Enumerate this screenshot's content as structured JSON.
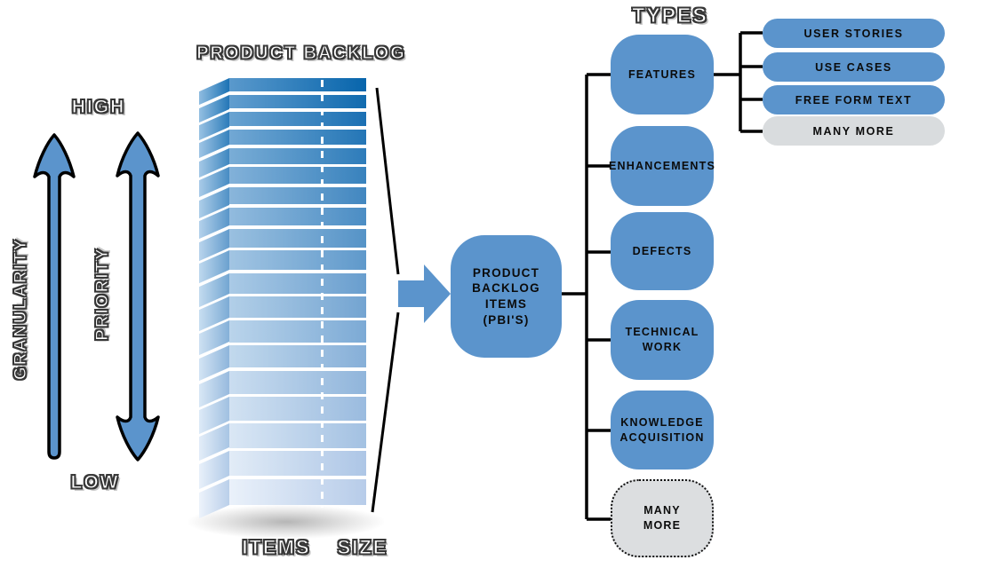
{
  "labels": {
    "product_backlog": "PRODUCT BACKLOG",
    "types": "TYPES",
    "high": "HIGH",
    "low": "LOW",
    "granularity": "GRANULARITY",
    "priority": "PRIORITY",
    "items": "ITEMS",
    "size": "SIZE"
  },
  "pbi_box": {
    "label": "PRODUCT\nBACKLOG\nITEMS\n(PBI'S)"
  },
  "type_boxes": [
    {
      "label": "FEATURES",
      "variant": "blue"
    },
    {
      "label": "ENHANCEMENTS",
      "variant": "blue"
    },
    {
      "label": "DEFECTS",
      "variant": "blue"
    },
    {
      "label": "TECHNICAL\nWORK",
      "variant": "blue"
    },
    {
      "label": "KNOWLEDGE\nACQUISITION",
      "variant": "blue"
    },
    {
      "label": "MANY\nMORE",
      "variant": "gray-dotted"
    }
  ],
  "subtype_pills": [
    {
      "label": "USER STORIES",
      "variant": "blue"
    },
    {
      "label": "USE CASES",
      "variant": "blue"
    },
    {
      "label": "FREE FORM TEXT",
      "variant": "blue"
    },
    {
      "label": "MANY MORE",
      "variant": "gray"
    }
  ],
  "colors": {
    "primary_blue": "#5B94CC",
    "stack_dark_blue": "#0765AC",
    "stack_light_blue": "#B7CCE9",
    "gray_node": "#DCDEE0",
    "connector_black": "#000000"
  },
  "stack": {
    "layer_count": 19,
    "main_gradient_top": [
      "#5A99CC",
      "#0765AC"
    ],
    "main_gradient_bottom": [
      "#EAF1FA",
      "#B7CCE9"
    ],
    "side_gradient_top": [
      "#8FBCE0",
      "#1B72B4"
    ],
    "side_gradient_bottom": [
      "#EDF3FB",
      "#BACFEA"
    ],
    "height_top": 15,
    "height_bottom": 29,
    "gap": 3.5
  }
}
